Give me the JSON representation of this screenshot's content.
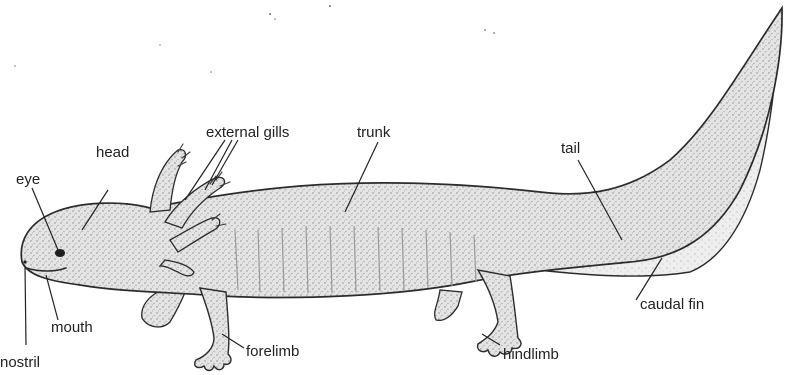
{
  "labels": {
    "head": "head",
    "eye": "eye",
    "external_gills": "external gills",
    "trunk": "trunk",
    "tail": "tail",
    "mouth": "mouth",
    "nostril": "nostril",
    "forelimb": "forelimb",
    "hindlimb": "hindlimb",
    "caudal_fin": "caudal fin"
  },
  "colors": {
    "ink": "#2b2b2b",
    "body_fill": "#d9d9d9",
    "fin_fill": "#e6e6e6",
    "background": "#ffffff"
  }
}
